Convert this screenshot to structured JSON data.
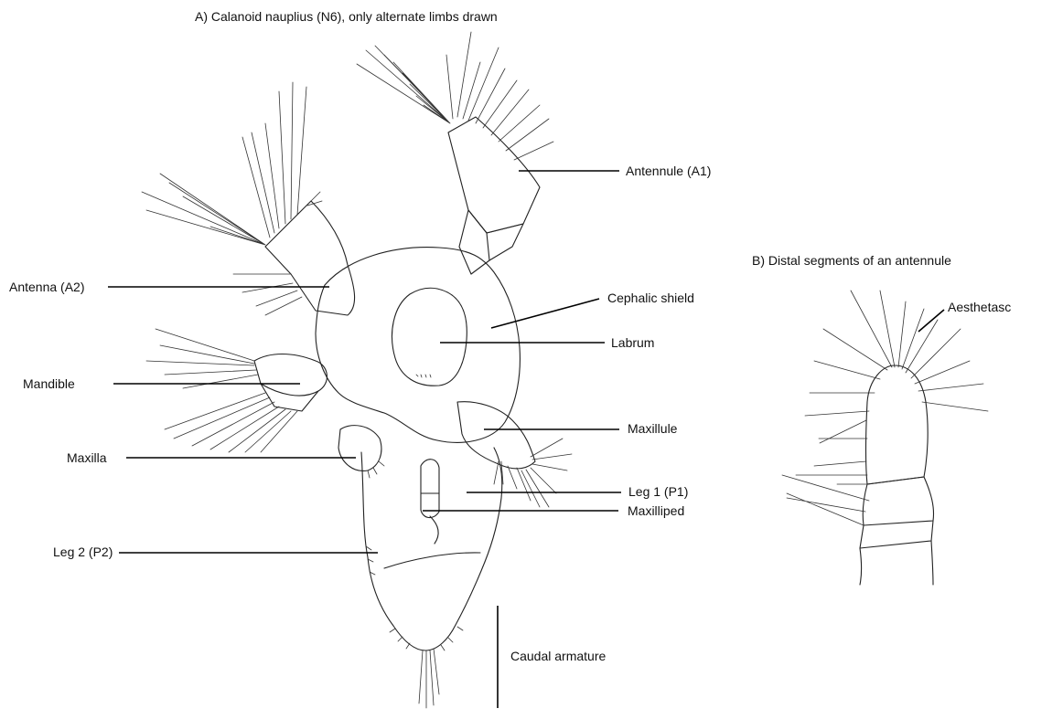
{
  "figure": {
    "panel_a_title": "A) Calanoid nauplius (N6), only alternate limbs drawn",
    "panel_b_title": "B) Distal segments of an antennule"
  },
  "labels": {
    "antennule": "Antennule (A1)",
    "antenna": "Antenna (A2)",
    "cephalic_shield": "Cephalic shield",
    "labrum": "Labrum",
    "mandible": "Mandible",
    "maxillule": "Maxillule",
    "maxilla": "Maxilla",
    "leg1": "Leg 1 (P1)",
    "maxilliped": "Maxilliped",
    "leg2": "Leg 2 (P2)",
    "caudal_armature": "Caudal armature",
    "aesthetasc": "Aesthetasc"
  }
}
